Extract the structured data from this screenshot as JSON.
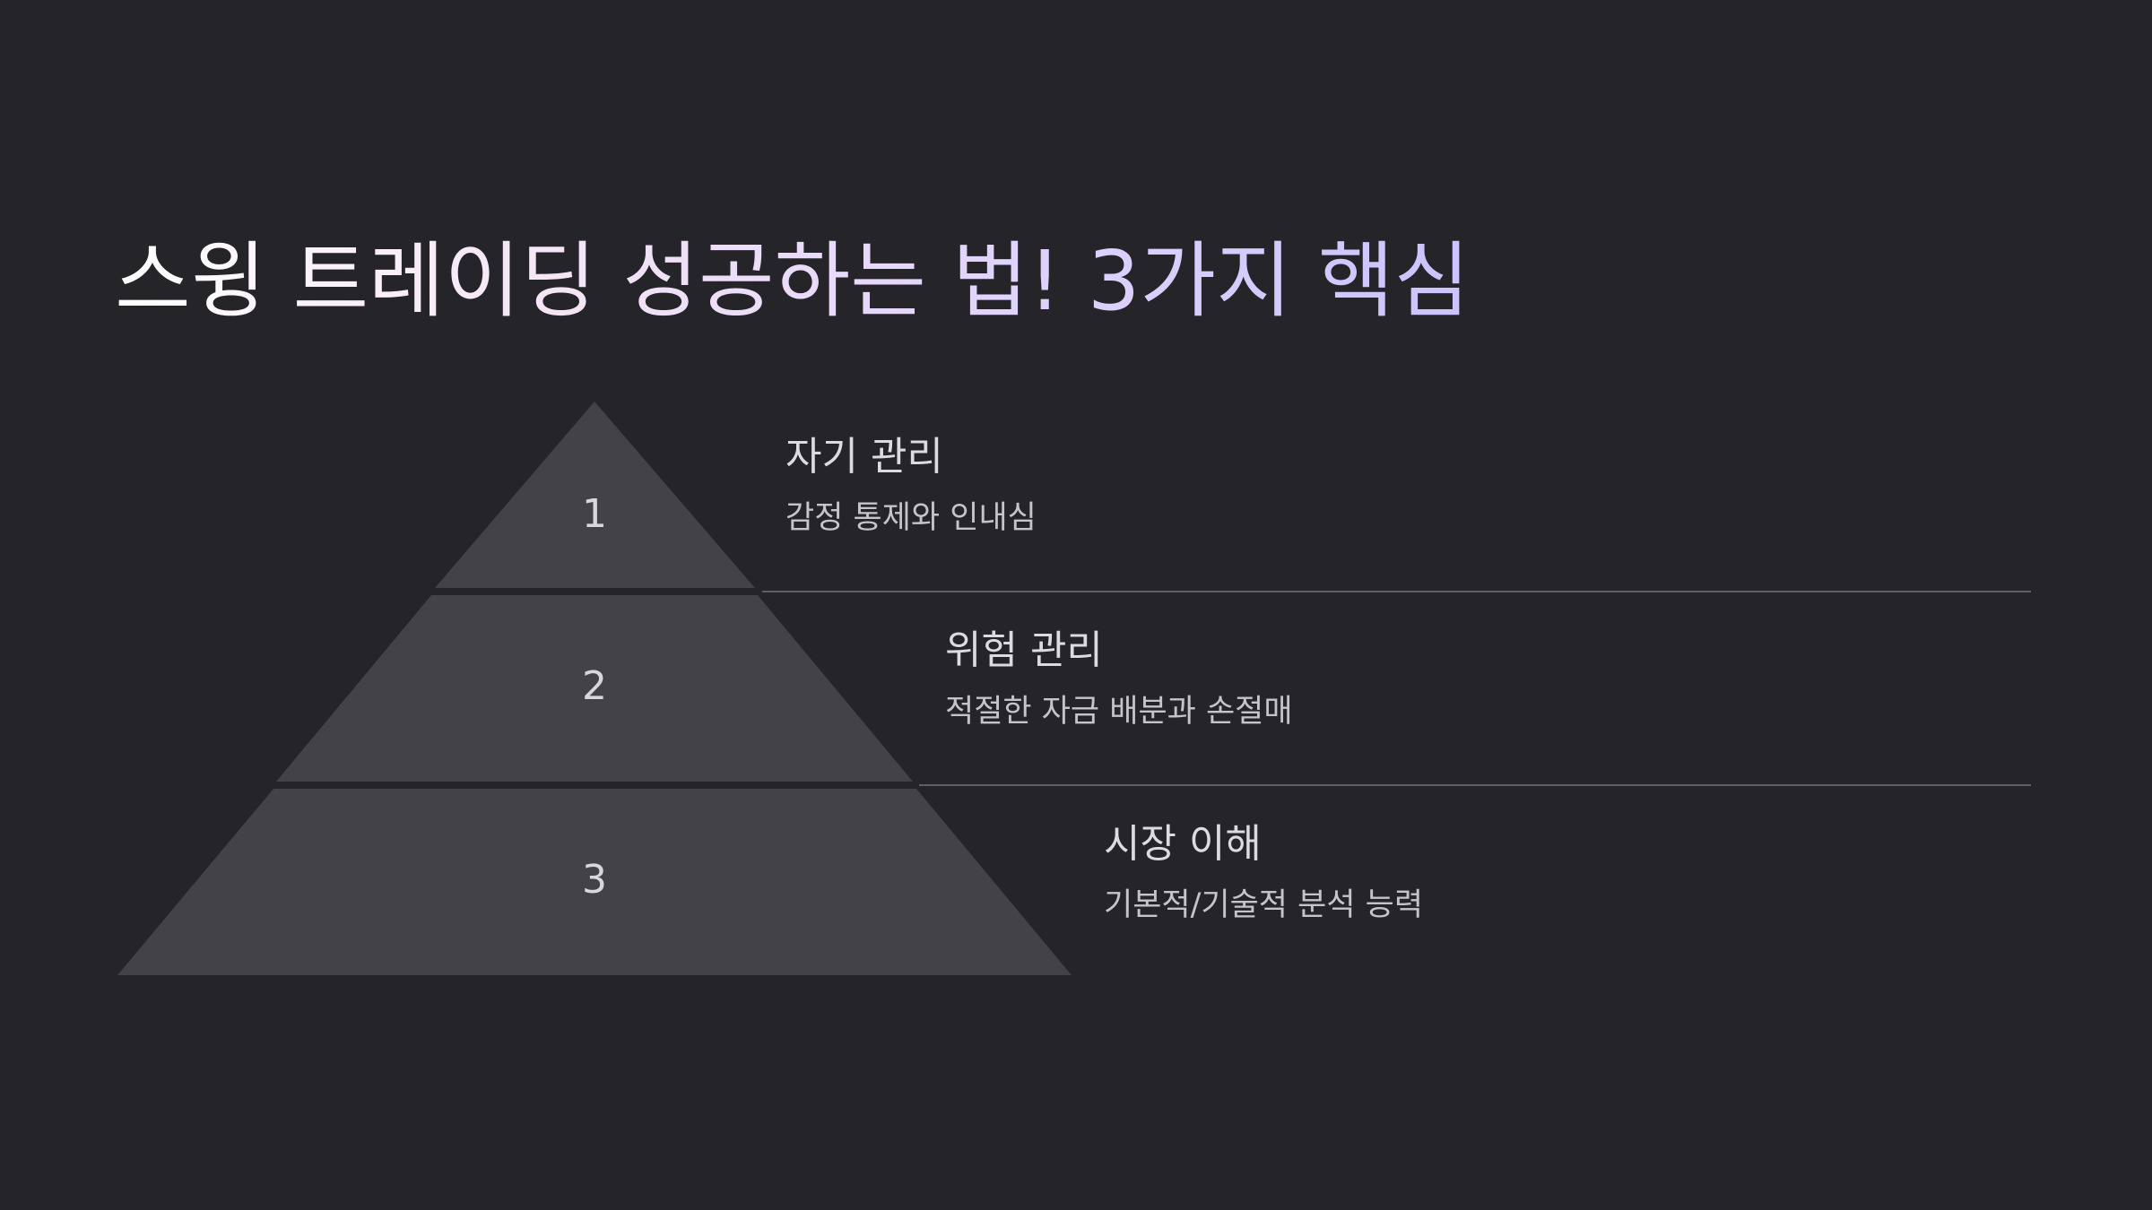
{
  "title": "스윙 트레이딩 성공하는 법! 3가지 핵심",
  "colors": {
    "background": "#252529",
    "pyramid_fill": "#424247",
    "divider": "#5e5e63",
    "text_primary": "#dcdce0",
    "text_secondary": "#c4c4c9",
    "title_gradient_start": "#ffffff",
    "title_gradient_end": "#cbc3ff"
  },
  "levels": [
    {
      "number": "1",
      "title": "자기 관리",
      "description": "감정 통제와 인내심"
    },
    {
      "number": "2",
      "title": "위험 관리",
      "description": "적절한 자금 배분과 손절매"
    },
    {
      "number": "3",
      "title": "시장 이해",
      "description": "기본적/기술적 분석 능력"
    }
  ]
}
